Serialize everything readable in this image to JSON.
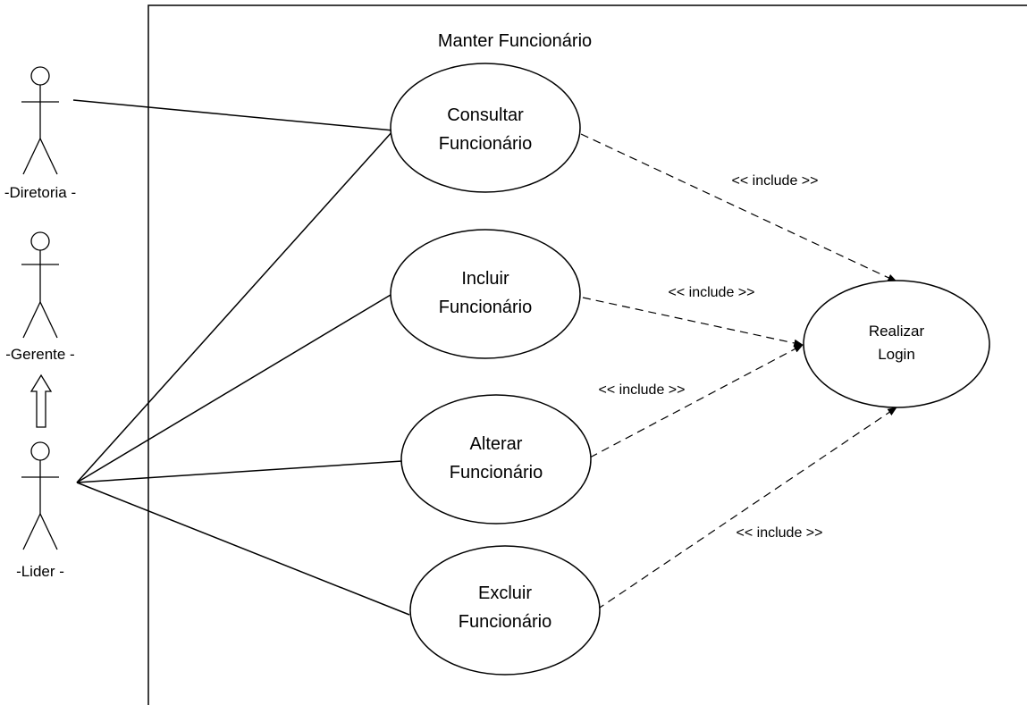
{
  "system": {
    "title": "Manter Funcionário"
  },
  "actors": [
    {
      "id": "diretoria",
      "label": "-Diretoria -"
    },
    {
      "id": "gerente",
      "label": "-Gerente -"
    },
    {
      "id": "lider",
      "label": "-Lider -"
    }
  ],
  "use_cases": [
    {
      "id": "consultar",
      "lines": [
        "Consultar",
        "Funcionário"
      ]
    },
    {
      "id": "incluir",
      "lines": [
        "Incluir",
        "Funcionário"
      ]
    },
    {
      "id": "alterar",
      "lines": [
        "Alterar",
        "Funcionário"
      ]
    },
    {
      "id": "excluir",
      "lines": [
        "Excluir",
        "Funcionário"
      ]
    },
    {
      "id": "login",
      "lines": [
        "Realizar",
        "Login"
      ]
    }
  ],
  "include_label": "<< include >>",
  "relationships": {
    "associations": [
      [
        "diretoria",
        "consultar"
      ],
      [
        "lider",
        "consultar"
      ],
      [
        "lider",
        "incluir"
      ],
      [
        "lider",
        "alterar"
      ],
      [
        "lider",
        "excluir"
      ]
    ],
    "generalization": [
      "lider",
      "gerente"
    ],
    "includes": [
      [
        "consultar",
        "login"
      ],
      [
        "incluir",
        "login"
      ],
      [
        "alterar",
        "login"
      ],
      [
        "excluir",
        "login"
      ]
    ]
  }
}
